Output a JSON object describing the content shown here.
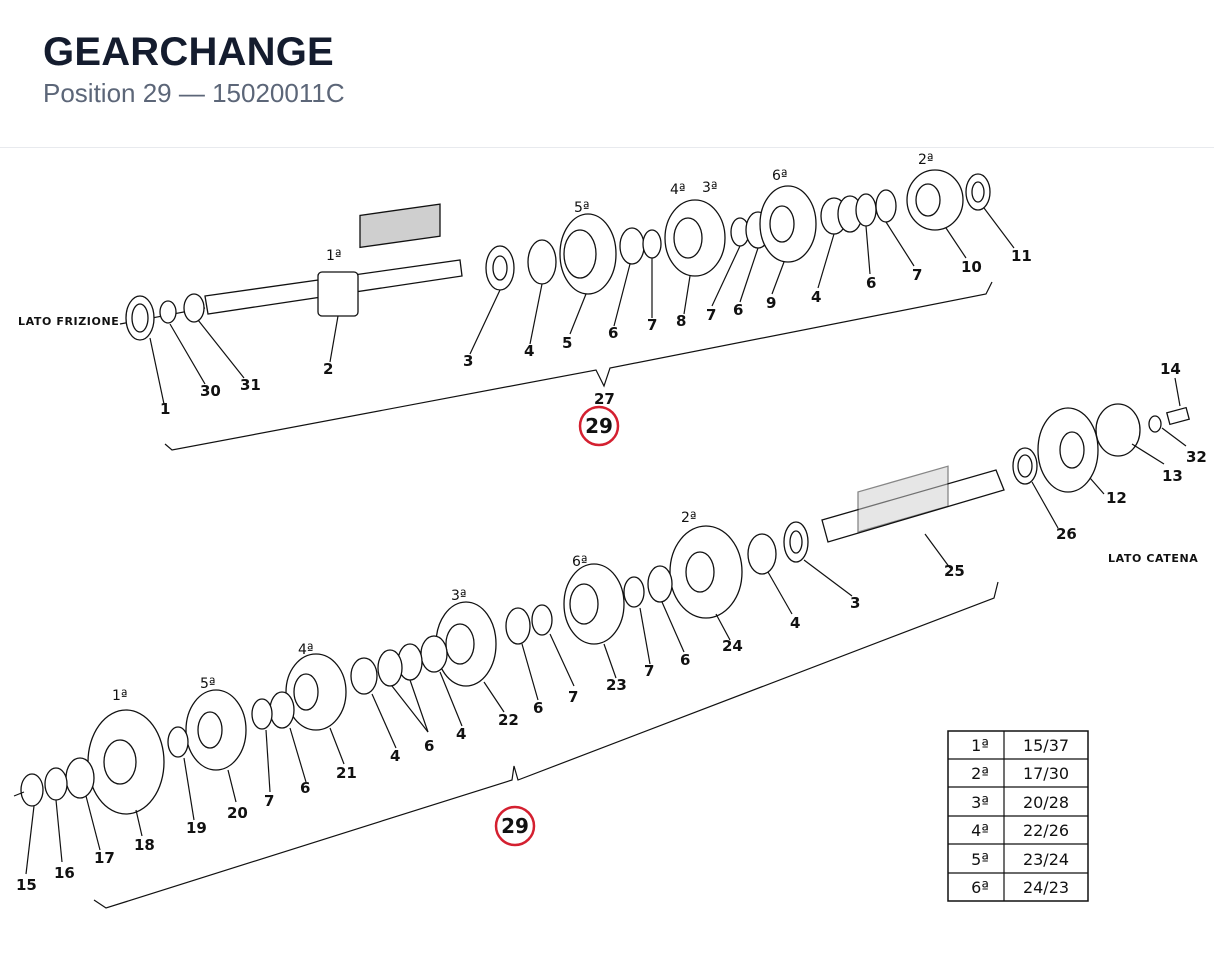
{
  "header": {
    "title": "GEARCHANGE",
    "subtitle": "Position 29 — 15020011C"
  },
  "diagram": {
    "side_labels": {
      "clutch_side": "LATO FRIZIONE",
      "chain_side": "LATO CATENA"
    },
    "position_marker": "29",
    "assembly_callout": "27",
    "upper_gear_labels": [
      "1ª",
      "5ª",
      "4ª",
      "3ª",
      "6ª",
      "2ª"
    ],
    "upper_part_numbers": [
      "1",
      "30",
      "31",
      "2",
      "3",
      "4",
      "5",
      "6",
      "7",
      "8",
      "7",
      "6",
      "9",
      "4",
      "6",
      "7",
      "10",
      "11"
    ],
    "lower_gear_labels": [
      "1ª",
      "5ª",
      "4ª",
      "3ª",
      "6ª",
      "2ª"
    ],
    "lower_part_numbers": [
      "15",
      "16",
      "17",
      "18",
      "19",
      "20",
      "7",
      "6",
      "21",
      "4",
      "6",
      "4",
      "22",
      "6",
      "7",
      "23",
      "7",
      "6",
      "24",
      "4",
      "3",
      "25",
      "26",
      "12",
      "13",
      "14",
      "32"
    ],
    "colors": {
      "marker": "#d42030",
      "ink": "#111111"
    }
  },
  "ratio_table": {
    "rows": [
      {
        "gear": "1ª",
        "ratio": "15/37"
      },
      {
        "gear": "2ª",
        "ratio": "17/30"
      },
      {
        "gear": "3ª",
        "ratio": "20/28"
      },
      {
        "gear": "4ª",
        "ratio": "22/26"
      },
      {
        "gear": "5ª",
        "ratio": "23/24"
      },
      {
        "gear": "6ª",
        "ratio": "24/23"
      }
    ]
  }
}
